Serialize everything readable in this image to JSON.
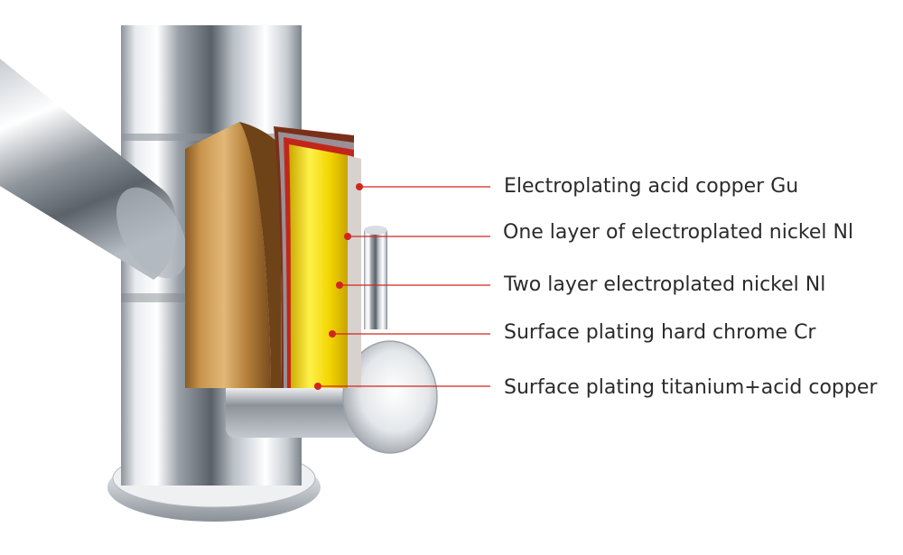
{
  "diagram": {
    "callouts": [
      {
        "label": "Electroplating acid copper Gu"
      },
      {
        "label": "One layer of electroplated nickel Nl"
      },
      {
        "label": "Two layer electroplated nickel Nl"
      },
      {
        "label": "Surface plating hard chrome Cr"
      },
      {
        "label": "Surface plating titanium+acid copper"
      }
    ],
    "colors": {
      "leader": "#d0261e",
      "text": "#2b2b2b",
      "copper": "#b8843e",
      "gold": "#f0d200",
      "chrome": "#c9ced4"
    }
  }
}
